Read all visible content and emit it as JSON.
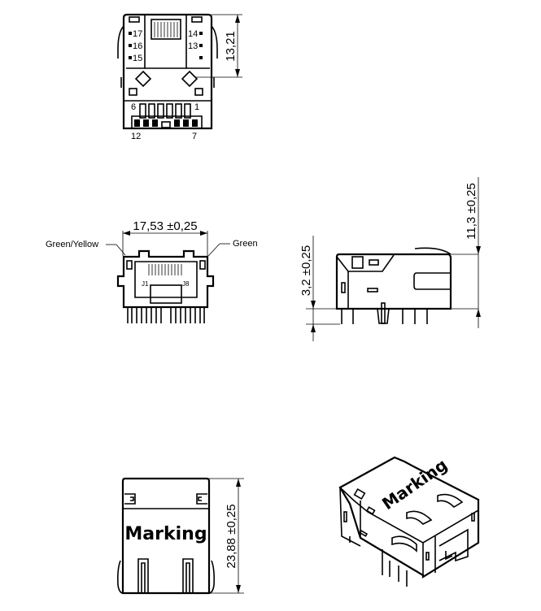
{
  "views": {
    "top_view": {
      "pin_labels_left": [
        "17",
        "16",
        "15"
      ],
      "pin_labels_right": [
        "14",
        "13"
      ],
      "pin_row_labels": {
        "top_left": "6",
        "top_right": "1",
        "bottom_left": "12",
        "bottom_right": "7"
      },
      "dimension": "13,21"
    },
    "front_view": {
      "width_dimension": "17,53 ±0,25",
      "led_left_label": "Green/Yellow",
      "led_right_label": "Green",
      "contact_left_label": "J1",
      "contact_right_label": "J8"
    },
    "side_view": {
      "height_dimension": "11,3 ±0,25",
      "pin_length_dimension": "3,2 ±0,25"
    },
    "rear_view": {
      "marking": "Marking",
      "length_dimension": "23,88 ±0,25"
    },
    "iso_view": {
      "marking": "Marking"
    }
  }
}
